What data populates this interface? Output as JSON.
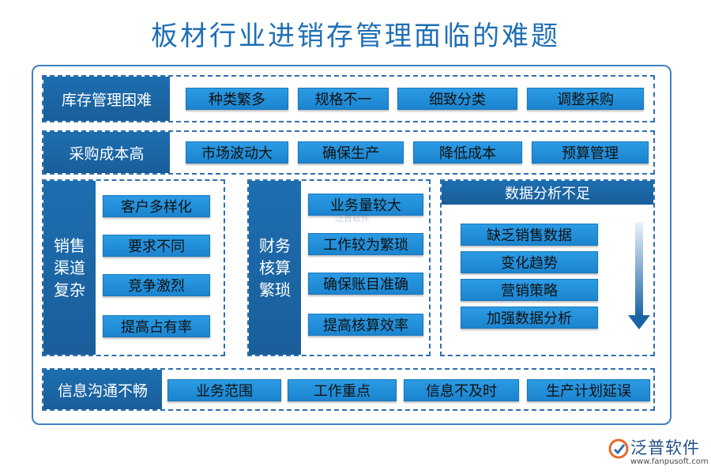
{
  "title": "板材行业进销存管理面临的难题",
  "rows": {
    "inventory": {
      "label": "库存管理困难",
      "items": [
        "种类繁多",
        "规格不一",
        "细致分类",
        "调整采购"
      ]
    },
    "purchase": {
      "label": "采购成本高",
      "items": [
        "市场波动大",
        "确保生产",
        "降低成本",
        "预算管理"
      ]
    },
    "communication": {
      "label": "信息沟通不畅",
      "items": [
        "业务范围",
        "工作重点",
        "信息不及时",
        "生产计划延误"
      ]
    }
  },
  "panels": {
    "sales": {
      "label_lines": [
        "销售",
        "渠道",
        "复杂"
      ],
      "items": [
        "客户多样化",
        "要求不同",
        "竞争激烈",
        "提高占有率"
      ]
    },
    "finance": {
      "label_lines": [
        "财务",
        "核算",
        "繁琐"
      ],
      "items": [
        "业务量较大",
        "工作较为繁琐",
        "确保账目准确",
        "提高核算效率"
      ]
    },
    "data": {
      "label": "数据分析不足",
      "items": [
        "缺乏销售数据",
        "变化趋势",
        "营销策略",
        "加强数据分析"
      ]
    }
  },
  "logo": {
    "name": "泛普软件",
    "url": "www.fanpusoft.com",
    "watermark": "泛普软件"
  },
  "colors": {
    "header": "#1a64a5",
    "chip": "#2391dc",
    "border": "#2f6faf",
    "title": "#1f6fb5"
  },
  "icons": [
    "down-arrow-icon",
    "logo-icon"
  ]
}
